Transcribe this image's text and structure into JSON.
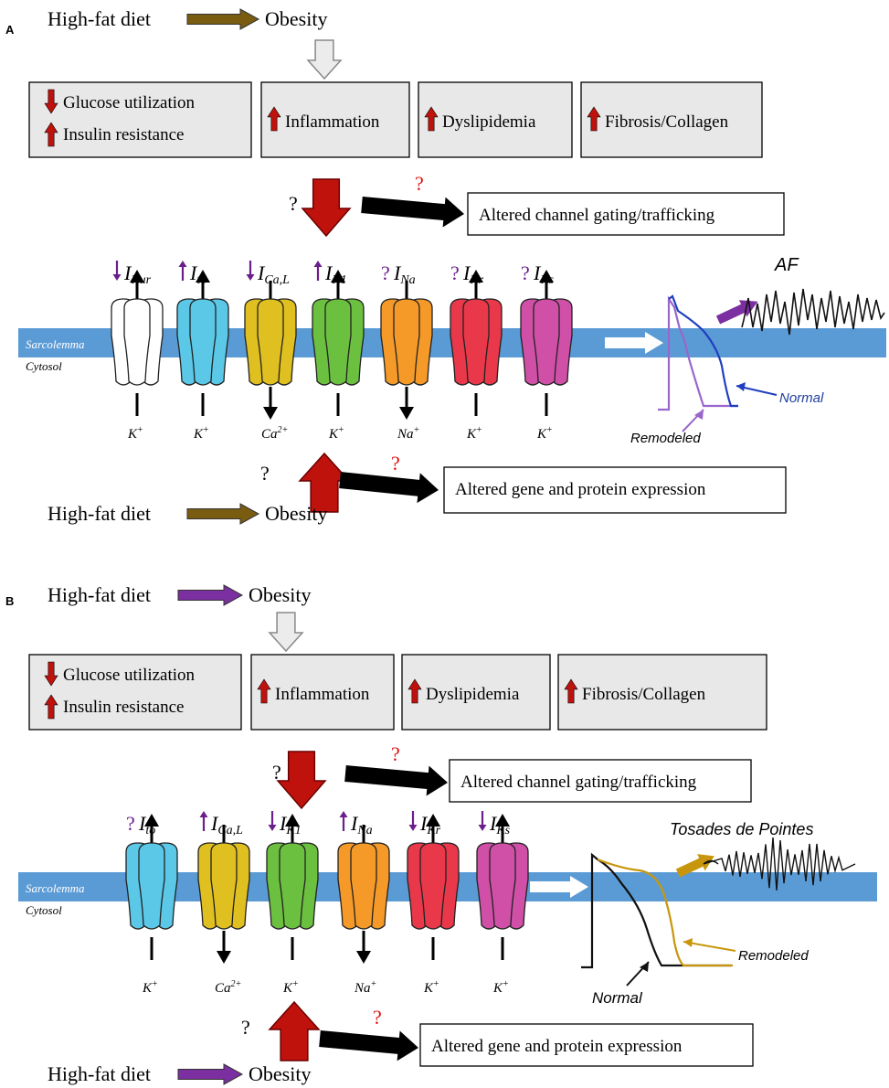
{
  "colors": {
    "arrow_brown": "#7a5c10",
    "arrow_purple": "#7b2fa0",
    "arrow_red": "#c0120c",
    "arrow_gray_fill": "#ececec",
    "box_fill": "#e8e8e8",
    "membrane": "#5b9bd5",
    "label_purple": "#6a1f8a",
    "question_red": "#e01010",
    "trace_blue": "#1f3fc0",
    "trace_lavender": "#9966cc",
    "trace_gold": "#c8960c",
    "normal_blue_text": "#1f3f9f"
  },
  "panels": [
    {
      "letter": "A",
      "diet": "High-fat diet",
      "obesity": "Obesity",
      "boxes": {
        "metabolic": [
          "Glucose utilization",
          "Insulin resistance"
        ],
        "inflammation": "Inflammation",
        "dyslipidemia": "Dyslipidemia",
        "fibrosis": "Fibrosis/Collagen"
      },
      "question": "?",
      "gating": "Altered channel gating/trafficking",
      "expression": "Altered gene and protein expression",
      "membrane_label": "Sarcolemma",
      "cytosol_label": "Cytosol",
      "channels": [
        {
          "name": "Kur",
          "change": "down",
          "ion": "K",
          "ion_sup": "+",
          "direction": "out",
          "color": "#ffffff"
        },
        {
          "name": "to",
          "change": "up",
          "ion": "K",
          "ion_sup": "+",
          "direction": "out",
          "color": "#5bc8e8"
        },
        {
          "name": "Ca,L",
          "change": "down",
          "ion": "Ca",
          "ion_sup": "2+",
          "direction": "in",
          "color": "#e0c020"
        },
        {
          "name": "K1",
          "change": "up",
          "ion": "K",
          "ion_sup": "+",
          "direction": "out",
          "color": "#6cc040"
        },
        {
          "name": "Na",
          "change": "unknown",
          "ion": "Na",
          "ion_sup": "+",
          "direction": "in",
          "color": "#f59a28"
        },
        {
          "name": "Kr",
          "change": "unknown",
          "ion": "K",
          "ion_sup": "+",
          "direction": "out",
          "color": "#e8384a"
        },
        {
          "name": "Ks",
          "change": "unknown",
          "ion": "K",
          "ion_sup": "+",
          "direction": "out",
          "color": "#d050a8"
        }
      ],
      "arrhythmia": "AF",
      "normal_label": "Normal",
      "remodeled_label": "Remodeled"
    },
    {
      "letter": "B",
      "diet": "High-fat diet",
      "obesity": "Obesity",
      "boxes": {
        "metabolic": [
          "Glucose utilization",
          "Insulin resistance"
        ],
        "inflammation": "Inflammation",
        "dyslipidemia": "Dyslipidemia",
        "fibrosis": "Fibrosis/Collagen"
      },
      "question": "?",
      "gating": "Altered channel gating/trafficking",
      "expression": "Altered gene and protein expression",
      "membrane_label": "Sarcolemma",
      "cytosol_label": "Cytosol",
      "channels": [
        {
          "name": "to",
          "change": "unknown",
          "ion": "K",
          "ion_sup": "+",
          "direction": "out",
          "color": "#5bc8e8"
        },
        {
          "name": "Ca,L",
          "change": "up",
          "ion": "Ca",
          "ion_sup": "2+",
          "direction": "in",
          "color": "#e0c020"
        },
        {
          "name": "K1",
          "change": "down",
          "ion": "K",
          "ion_sup": "+",
          "direction": "out",
          "color": "#6cc040"
        },
        {
          "name": "Na",
          "change": "up",
          "ion": "Na",
          "ion_sup": "+",
          "direction": "in",
          "color": "#f59a28"
        },
        {
          "name": "Kr",
          "change": "down",
          "ion": "K",
          "ion_sup": "+",
          "direction": "out",
          "color": "#e8384a"
        },
        {
          "name": "Ks",
          "change": "down",
          "ion": "K",
          "ion_sup": "+",
          "direction": "out",
          "color": "#d050a8"
        }
      ],
      "arrhythmia": "Tosades de Pointes",
      "normal_label": "Normal",
      "remodeled_label": "Remodeled"
    }
  ]
}
